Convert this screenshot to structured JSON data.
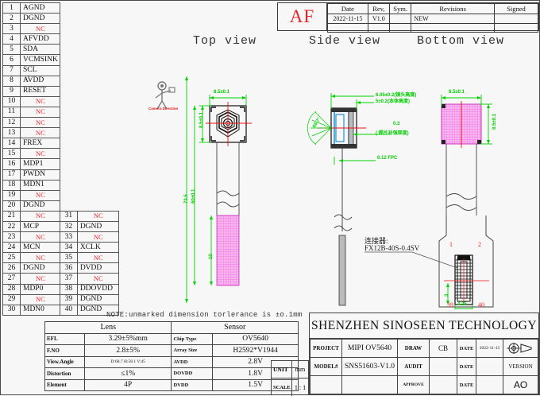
{
  "pin_table": {
    "left_column": [
      {
        "num": "1",
        "name": "AGND",
        "nc": false
      },
      {
        "num": "2",
        "name": "DGND",
        "nc": false
      },
      {
        "num": "3",
        "name": "NC",
        "nc": true
      },
      {
        "num": "4",
        "name": "AFVDD",
        "nc": false
      },
      {
        "num": "5",
        "name": "SDA",
        "nc": false
      },
      {
        "num": "6",
        "name": "VCMSINK",
        "nc": false
      },
      {
        "num": "7",
        "name": "SCL",
        "nc": false
      },
      {
        "num": "8",
        "name": "AVDD",
        "nc": false
      },
      {
        "num": "9",
        "name": "RESET",
        "nc": false
      },
      {
        "num": "10",
        "name": "NC",
        "nc": true
      },
      {
        "num": "11",
        "name": "NC",
        "nc": true
      },
      {
        "num": "12",
        "name": "NC",
        "nc": true
      },
      {
        "num": "13",
        "name": "NC",
        "nc": true
      },
      {
        "num": "14",
        "name": "FREX",
        "nc": false
      },
      {
        "num": "15",
        "name": "NC",
        "nc": true
      },
      {
        "num": "16",
        "name": "MDP1",
        "nc": false
      },
      {
        "num": "17",
        "name": "PWDN",
        "nc": false
      },
      {
        "num": "18",
        "name": "MDN1",
        "nc": false
      },
      {
        "num": "19",
        "name": "NC",
        "nc": true
      },
      {
        "num": "20",
        "name": "DGND",
        "nc": false
      },
      {
        "num": "21",
        "name": "NC",
        "nc": true
      },
      {
        "num": "22",
        "name": "MCP",
        "nc": false
      },
      {
        "num": "23",
        "name": "NC",
        "nc": true
      },
      {
        "num": "24",
        "name": "MCN",
        "nc": false
      },
      {
        "num": "25",
        "name": "NC",
        "nc": true
      },
      {
        "num": "26",
        "name": "DGND",
        "nc": false
      },
      {
        "num": "27",
        "name": "NC",
        "nc": true
      },
      {
        "num": "28",
        "name": "MDP0",
        "nc": false
      },
      {
        "num": "29",
        "name": "NC",
        "nc": true
      },
      {
        "num": "30",
        "name": "MDN0",
        "nc": false
      }
    ],
    "right_column": [
      {
        "num": "31",
        "name": "NC",
        "nc": true
      },
      {
        "num": "32",
        "name": "DGND",
        "nc": false
      },
      {
        "num": "33",
        "name": "NC",
        "nc": true
      },
      {
        "num": "34",
        "name": "XCLK",
        "nc": false
      },
      {
        "num": "35",
        "name": "NC",
        "nc": true
      },
      {
        "num": "36",
        "name": "DVDD",
        "nc": false
      },
      {
        "num": "37",
        "name": "NC",
        "nc": true
      },
      {
        "num": "38",
        "name": "DDOVDD",
        "nc": false
      },
      {
        "num": "39",
        "name": "DGND",
        "nc": false
      },
      {
        "num": "40",
        "name": "DGND",
        "nc": false
      }
    ]
  },
  "revision_block": {
    "af_label": "AF",
    "headers": [
      "Date",
      "Rev,",
      "Sym.",
      "Revisions",
      "Signed"
    ],
    "rows": [
      {
        "date": "2022-11-15",
        "rev": "V1.0",
        "sym": "",
        "revisions": "NEW",
        "signed": ""
      },
      {
        "date": "",
        "rev": "",
        "sym": "",
        "revisions": "",
        "signed": ""
      }
    ]
  },
  "views": {
    "top": {
      "title": "Top view",
      "width_dim": "8.5±0.1",
      "height_dim": "8.5±0.1",
      "fpc_length_dim": "60±0.1",
      "tail_dim": "73.5",
      "pad_dim": "10",
      "watermark": "Camera Direction"
    },
    "side": {
      "title": "Side view",
      "lens_height_dim": "6.05±0.2(镜头高度)",
      "body_height_dim": "5±0.2(本体高度)",
      "stiffener_dim": "0.3",
      "stiffener_note": "( 焊片补强厚度)",
      "fpc_dim": "0.12 FPC",
      "fov_dim": "68.7°"
    },
    "bottom": {
      "title": "Bottom view",
      "width_dim": "8.5±0.1",
      "height_dim": "8.5±0.1",
      "connector_label": "连接器:",
      "connector_part": "FX12B-40S-0.4SV",
      "pin_1": "1",
      "pin_2": "2",
      "pin_39": "39",
      "pin_40": "40",
      "conn_width_dim": "4.25",
      "conn_height_dim": "3"
    }
  },
  "note": "NOTE:unmarked dimension torlerance is ±o.1mm",
  "spec_table": {
    "lens_header": "Lens",
    "sensor_header": "Sensor",
    "lens_rows": [
      {
        "key": "EFL",
        "value": "3.29±5%mm"
      },
      {
        "key": "F.NO",
        "value": "2.8±5%"
      },
      {
        "key": "View.Angle",
        "value": "D:68.7  H:58.1  V:45"
      },
      {
        "key": "Distortion",
        "value": "≤1%"
      },
      {
        "key": "Element",
        "value": "4P"
      }
    ],
    "sensor_rows": [
      {
        "key": "Chip Type",
        "value": "OV5640"
      },
      {
        "key": "Array Size",
        "value": "H2592*V1944"
      },
      {
        "key": "AVDD",
        "value": "2.8V"
      },
      {
        "key": "DOVDD",
        "value": "1.8V"
      },
      {
        "key": "DVDD",
        "value": "1.5V"
      }
    ]
  },
  "unit_block": {
    "unit_label": "UNIT",
    "unit_value": "mm",
    "scale_label": "SCALE",
    "scale_value": "1 : 1"
  },
  "title_block": {
    "company": "SHENZHEN SINOSEEN TECHNOLOGY",
    "project_label": "PROJECT",
    "project_value": "MIPI  OV5640",
    "model_label": "MODEL#",
    "model_value": "SNS51603-V1.0",
    "draw_label": "DRAW",
    "draw_value": "CB",
    "audit_label": "AUDIT",
    "audit_value": "",
    "approve_label": "APPROVE",
    "approve_value": "",
    "date_label": "DATE",
    "date_value_1": "2022-11-15",
    "date_value_2": "",
    "date_value_3": "",
    "version_label": "VERSION",
    "version_value": "AO"
  },
  "colors": {
    "dimension_green": "#00d000",
    "centerline_red": "#ee1111",
    "nc_red": "#e8252a",
    "pad_magenta": "#ee55dd",
    "line_black": "#444444"
  }
}
